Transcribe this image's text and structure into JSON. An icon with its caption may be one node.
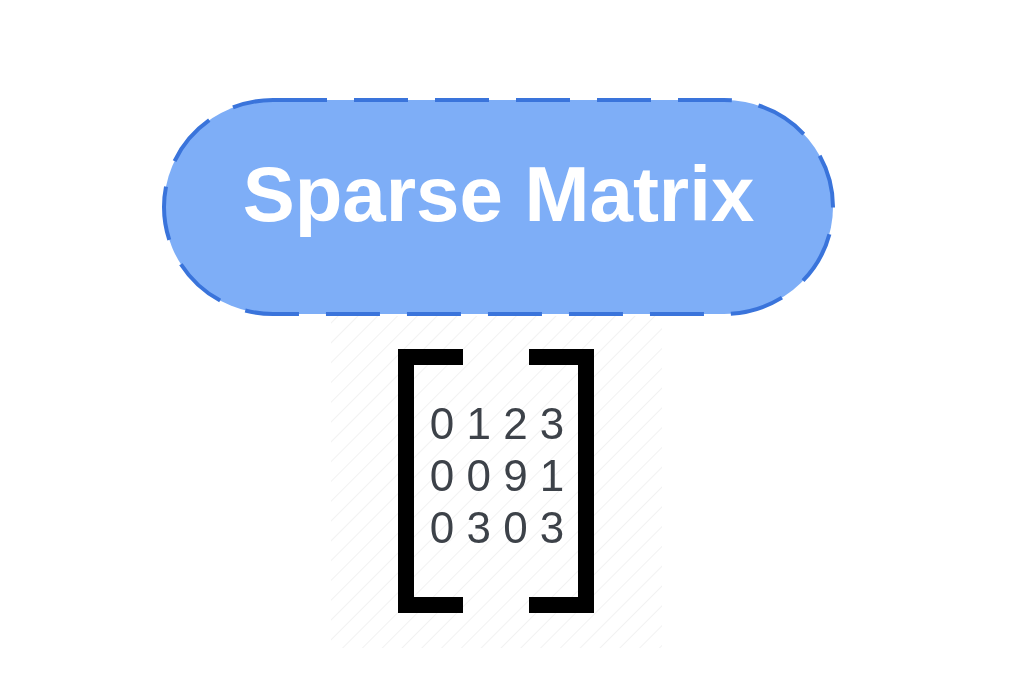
{
  "diagram": {
    "nodes": [
      {
        "text": [
          "Sparse Matrix"
        ]
      }
    ],
    "labels": [
      "0",
      "1",
      "2",
      "3",
      "0",
      "0",
      "9",
      "1",
      "0",
      "3",
      "0",
      "3"
    ]
  }
}
